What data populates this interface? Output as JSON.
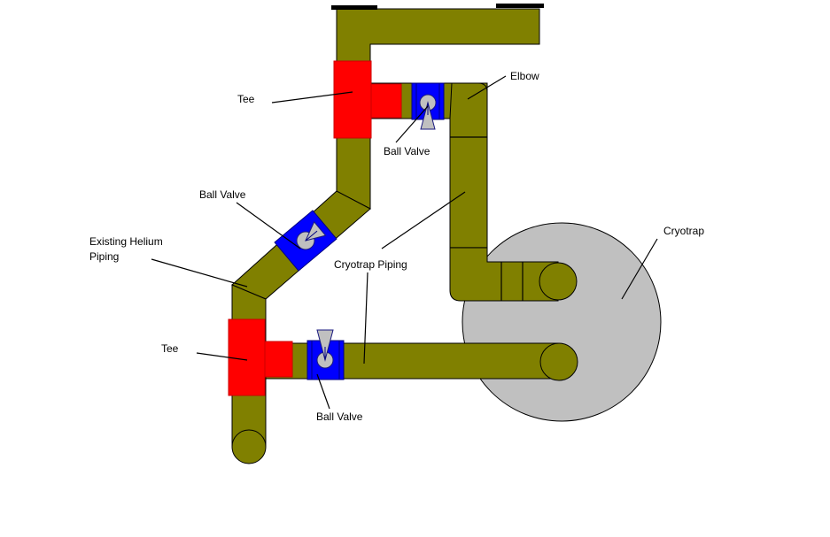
{
  "colors": {
    "pipe": "#808000",
    "tee": "#ff0000",
    "valve": "#0000ff",
    "cryotrap": "#c0c0c0",
    "valve_handle": "#c0c0c0",
    "flange": "#000000",
    "background": "#ffffff"
  },
  "labels": {
    "tee_upper": "Tee",
    "tee_lower": "Tee",
    "ball_valve_upper": "Ball Valve",
    "ball_valve_diagonal": "Ball Valve",
    "ball_valve_lower": "Ball Valve",
    "elbow": "Elbow",
    "existing_helium_line1": "Existing Helium",
    "existing_helium_line2": "Piping",
    "cryotrap_piping": "Cryotrap Piping",
    "cryotrap": "Cryotrap"
  }
}
